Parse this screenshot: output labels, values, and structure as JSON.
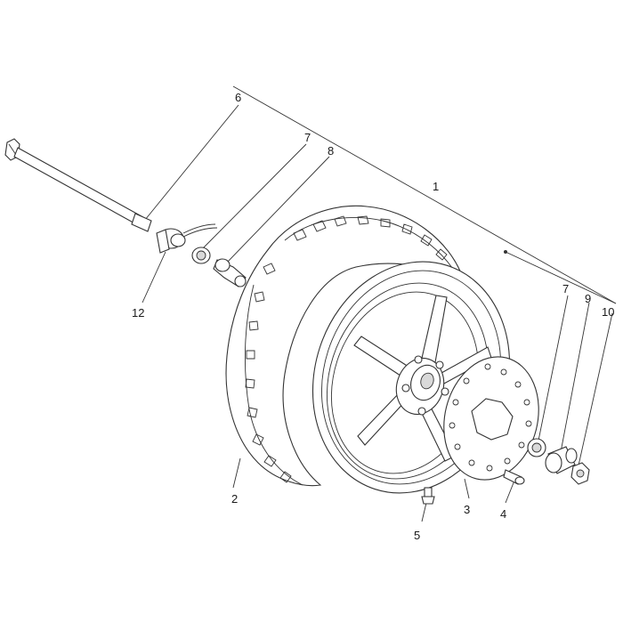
{
  "diagram": {
    "callouts": [
      {
        "id": "c1",
        "text": "1"
      },
      {
        "id": "c2",
        "text": "2"
      },
      {
        "id": "c3",
        "text": "3"
      },
      {
        "id": "c4",
        "text": "4"
      },
      {
        "id": "c5",
        "text": "5"
      },
      {
        "id": "c6",
        "text": "6"
      },
      {
        "id": "c7a",
        "text": "7"
      },
      {
        "id": "c7b",
        "text": "7"
      },
      {
        "id": "c8",
        "text": "8"
      },
      {
        "id": "c9",
        "text": "9"
      },
      {
        "id": "c10",
        "text": "10"
      },
      {
        "id": "c12",
        "text": "12"
      }
    ]
  }
}
